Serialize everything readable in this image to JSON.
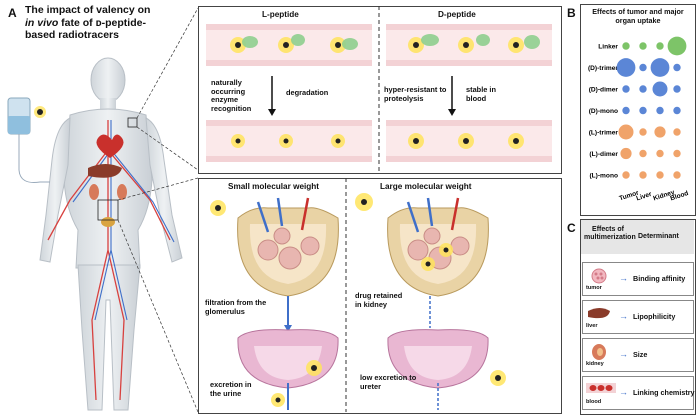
{
  "panel_a": {
    "letter": "A",
    "title_line1": "The impact of valency on",
    "title_line2_italic": "in vivo",
    "title_line2_rest": " fate of ᴅ-peptide-",
    "title_line3": "based radiotracers",
    "top_left_header": "L-peptide",
    "top_right_header": "D-peptide",
    "l_text_left": "naturally occurring enzyme recognition",
    "l_text_right": "degradation",
    "d_text_left": "hyper-resistant to proteolysis",
    "d_text_right": "stable in blood",
    "bottom_left_header": "Small molecular weight",
    "bottom_right_header": "Large molecular weight",
    "filtration": "filtration from the glomerulus",
    "excretion": "excretion in the urine",
    "retained": "drug retained in kidney",
    "low_excretion": "low excretion to ureter"
  },
  "panel_b": {
    "letter": "B",
    "title": "Effects of tumor and major organ uptake",
    "columns": [
      "Tumor",
      "Liver",
      "Kidney",
      "Blood"
    ],
    "rows": [
      "Linker",
      "(D)-trimer",
      "(D)-dimer",
      "(D)-mono",
      "(L)-trimer",
      "(L)-dimer",
      "(L)-mono"
    ],
    "colors": {
      "linker": "#7dc468",
      "d": "#5b86d6",
      "l": "#f0a36a"
    }
  },
  "chart_data": {
    "type": "scatter",
    "title": "Effects of tumor and major organ uptake",
    "categories_x": [
      "Tumor",
      "Liver",
      "Kidney",
      "Blood"
    ],
    "categories_y": [
      "Linker",
      "(D)-trimer",
      "(D)-dimer",
      "(D)-mono",
      "(L)-trimer",
      "(L)-dimer",
      "(L)-mono"
    ],
    "series": [
      {
        "name": "Linker",
        "values": [
          1,
          1,
          1,
          4
        ]
      },
      {
        "name": "(D)-trimer",
        "values": [
          4,
          1,
          4,
          1
        ]
      },
      {
        "name": "(D)-dimer",
        "values": [
          1,
          1,
          3,
          1
        ]
      },
      {
        "name": "(D)-mono",
        "values": [
          1,
          1,
          1,
          1
        ]
      },
      {
        "name": "(L)-trimer",
        "values": [
          3,
          1,
          2,
          1
        ]
      },
      {
        "name": "(L)-dimer",
        "values": [
          2,
          1,
          1,
          1
        ]
      },
      {
        "name": "(L)-mono",
        "values": [
          1,
          1,
          1,
          1
        ]
      }
    ]
  },
  "panel_c": {
    "letter": "C",
    "header_left": "Effects of multimerization",
    "header_right": "Determinant",
    "rows": [
      {
        "organ": "tumor",
        "determinant": "Binding affinity"
      },
      {
        "organ": "liver",
        "determinant": "Lipophilicity"
      },
      {
        "organ": "kidney",
        "determinant": "Size"
      },
      {
        "organ": "blood",
        "determinant": "Linking chemistry"
      }
    ]
  }
}
